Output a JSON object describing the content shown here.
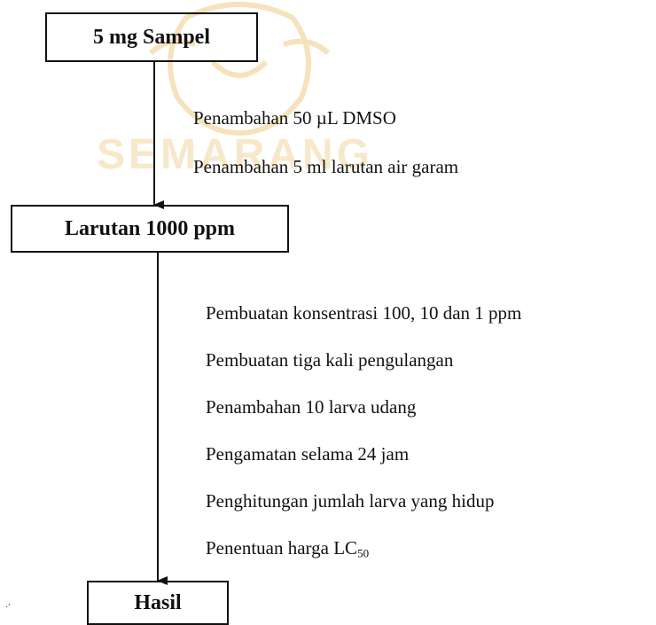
{
  "watermark": {
    "text": "SEMARANG",
    "color": "#f3d9a6"
  },
  "boxes": {
    "sample": "5 mg Sampel",
    "solution": "Larutan 1000 ppm",
    "result": "Hasil"
  },
  "steps_first": [
    "Penambahan 50 µL DMSO",
    "Penambahan 5 ml larutan air garam"
  ],
  "steps_second": [
    "Pembuatan konsentrasi 100, 10 dan 1 ppm",
    "Pembuatan tiga kali pengulangan",
    "Penambahan 10 larva udang",
    "Pengamatan selama 24 jam",
    "Penghitungan jumlah larva yang hidup"
  ],
  "lc50": {
    "prefix": "Penentuan harga LC",
    "subscript": "50"
  },
  "stray_mark": "·'"
}
